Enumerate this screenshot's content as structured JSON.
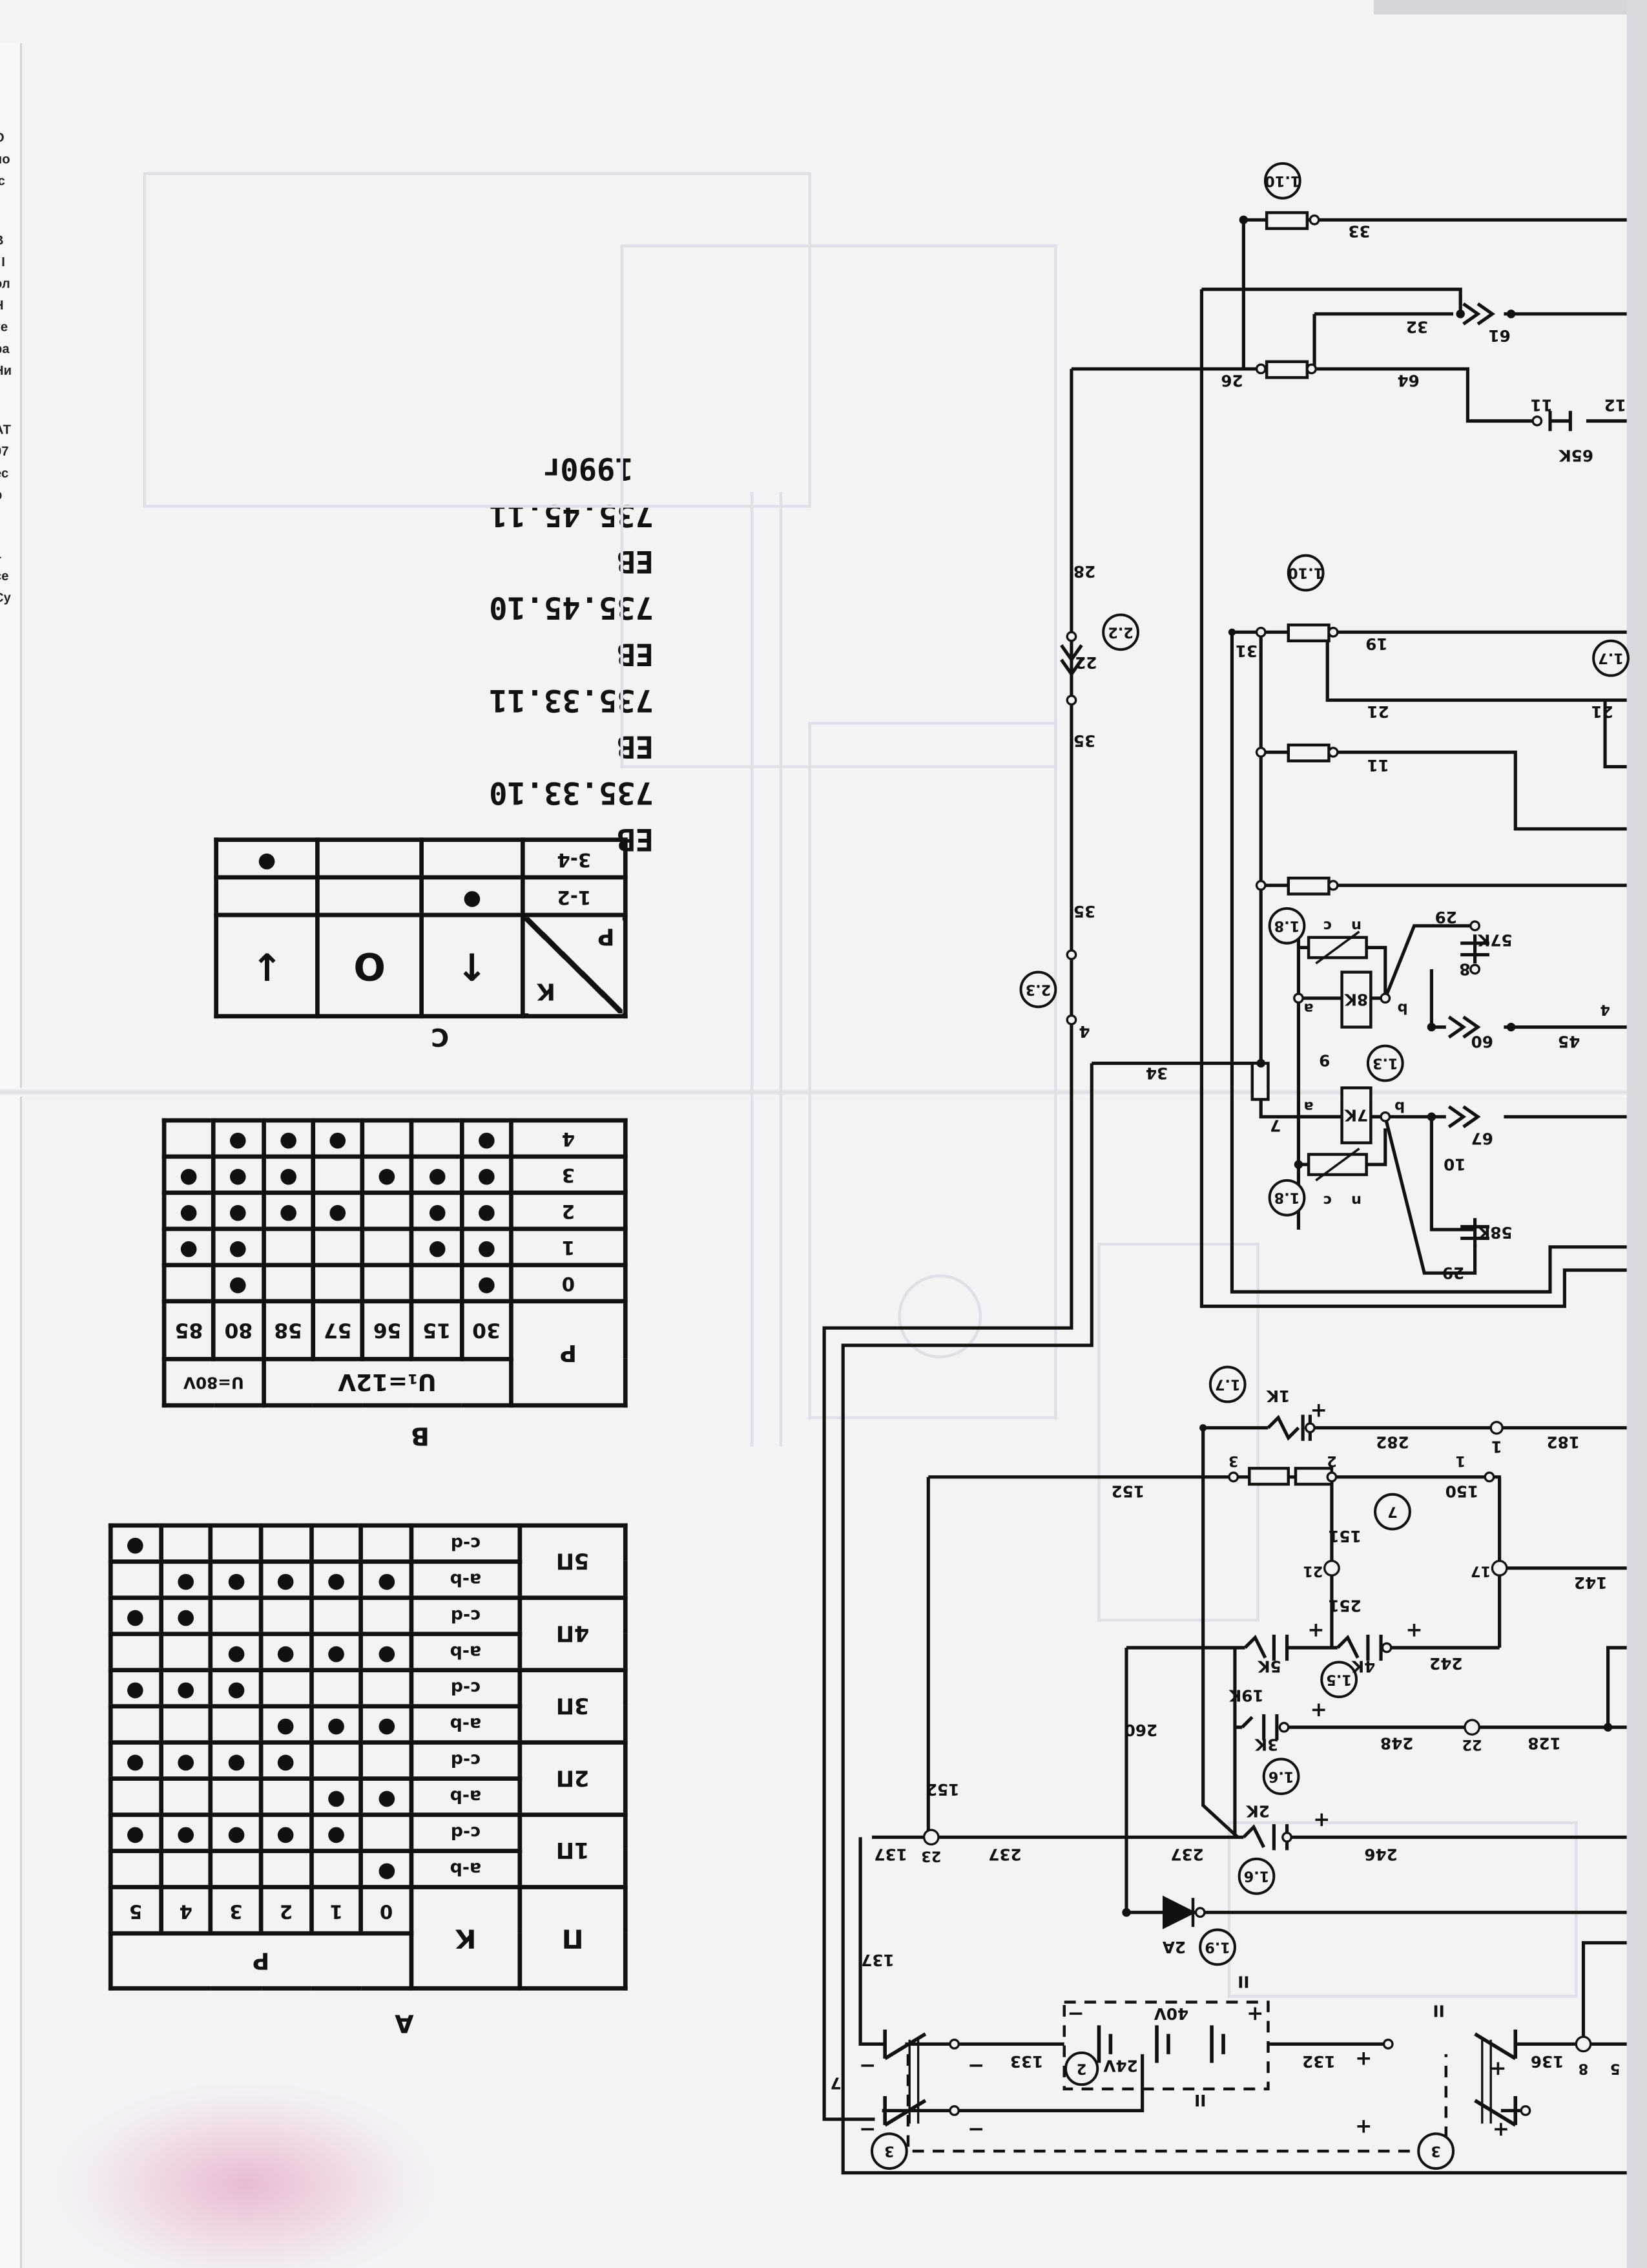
{
  "left_page_fragments": [
    "О",
    "но",
    "/с",
    "В",
    ", I",
    "ол",
    "Н",
    "те",
    "ра",
    "Ни",
    "АТ",
    "07",
    "ес",
    "р",
    "1",
    "се",
    "Су"
  ],
  "version_block": {
    "lines": [
      "EB 735.33.10",
      "EB 735.33.11",
      "EB 735.45.10",
      "EB 735.45.11"
    ],
    "year": "1990г"
  },
  "table_c": {
    "title": "C",
    "corner_row": "Р",
    "corner_col": "К",
    "columns": [
      "↑",
      "O",
      "↓"
    ],
    "rows": [
      {
        "label": "1-2",
        "on": [
          0
        ]
      },
      {
        "label": "3-4",
        "on": [
          2
        ]
      }
    ]
  },
  "table_b": {
    "title": "B",
    "corner": "Р",
    "group1": "U₁=12V",
    "group2": "U=80V",
    "columns": [
      "30",
      "15",
      "56",
      "57",
      "58",
      "80",
      "85"
    ],
    "rows": [
      {
        "label": "0",
        "on": [
          "30",
          "80"
        ]
      },
      {
        "label": "1",
        "on": [
          "30",
          "15",
          "80",
          "85"
        ]
      },
      {
        "label": "2",
        "on": [
          "30",
          "15",
          "57",
          "58",
          "80",
          "85"
        ]
      },
      {
        "label": "3",
        "on": [
          "30",
          "15",
          "56",
          "58",
          "80",
          "85"
        ]
      },
      {
        "label": "4",
        "on": [
          "30",
          "57",
          "58",
          "80"
        ]
      }
    ]
  },
  "table_a": {
    "title": "A",
    "col_group": "П",
    "col_contact": "К",
    "col_position": "Р",
    "positions": [
      "0",
      "1",
      "2",
      "3",
      "4",
      "5"
    ],
    "groups": [
      {
        "label": "1П",
        "rows": [
          {
            "k": "a-b",
            "on": [
              0
            ]
          },
          {
            "k": "c-d",
            "on": [
              1,
              2,
              3,
              4,
              5
            ]
          }
        ]
      },
      {
        "label": "2П",
        "rows": [
          {
            "k": "a-b",
            "on": [
              0,
              1
            ]
          },
          {
            "k": "c-d",
            "on": [
              2,
              3,
              4,
              5
            ]
          }
        ]
      },
      {
        "label": "3П",
        "rows": [
          {
            "k": "a-b",
            "on": [
              0,
              1,
              2
            ]
          },
          {
            "k": "c-d",
            "on": [
              3,
              4,
              5
            ]
          }
        ]
      },
      {
        "label": "4П",
        "rows": [
          {
            "k": "a-b",
            "on": [
              0,
              1,
              2,
              3
            ]
          },
          {
            "k": "c-d",
            "on": [
              4,
              5
            ]
          }
        ]
      },
      {
        "label": "5П",
        "rows": [
          {
            "k": "a-b",
            "on": [
              0,
              1,
              2,
              3,
              4
            ]
          },
          {
            "k": "c-d",
            "on": [
              5
            ]
          }
        ]
      }
    ]
  },
  "diagram": {
    "wires": {
      "w33": "33",
      "w32": "32",
      "w26": "26",
      "w64": "64",
      "w11a": "11",
      "w12": "12",
      "w28": "28",
      "w35a": "35",
      "w35b": "35",
      "w4": "4",
      "w31": "31",
      "w19": "19",
      "w21a": "21",
      "w21b": "21",
      "w11b": "11",
      "w29a": "29",
      "w29b": "29",
      "w8": "8",
      "w9": "9",
      "w7": "7",
      "w10": "10",
      "w34": "34",
      "w45": "45",
      "w282": "282",
      "w182": "182",
      "w1a": "1",
      "w152a": "152",
      "w152b": "152",
      "w150": "150",
      "w151": "151",
      "w251": "251",
      "w142": "142",
      "w242": "242",
      "w260": "260",
      "w248": "248",
      "w128": "128",
      "w137a": "137",
      "w237a": "237",
      "w237b": "237",
      "w246": "246",
      "w137b": "137",
      "w133": "133",
      "w132": "132",
      "w136": "136",
      "w7b": "7"
    },
    "terminals": {
      "t3": "3",
      "t2": "2",
      "t1": "1",
      "t21": "21",
      "t17": "17",
      "t22": "22",
      "t23": "23",
      "t8": "8",
      "t5": "5",
      "ta1": "a",
      "tb1": "b",
      "ta2": "a",
      "tb2": "b",
      "tc1": "c",
      "tn1": "n",
      "tc2": "c",
      "tn2": "n",
      "t4": "4"
    },
    "components": {
      "k65": "65K",
      "k57": "57K",
      "k58": "58K",
      "k8": "8K",
      "k7": "7K",
      "k1": "1K",
      "k2": "2K",
      "k3": "3K",
      "k4": "4K",
      "k5": "5K",
      "k19": "19K",
      "c61": "61",
      "c22": "22",
      "c60": "60",
      "c67": "67",
      "d2a": "2A",
      "bat40": "40V",
      "bat24": "24V",
      "rom2a": "II",
      "rom2b": "II",
      "rom2c": "II"
    },
    "refs": {
      "r110a": "1.10",
      "r110b": "1.10",
      "r17a": "1.7",
      "r22": "2.2",
      "r23": "2.3",
      "r18a": "1.8",
      "r18b": "1.8",
      "r13": "1.3",
      "r17b": "1.7",
      "r7": "7",
      "r15": "1.5",
      "r16a": "1.6",
      "r16b": "1.6",
      "r19": "1.9",
      "r2": "2",
      "r3a": "3",
      "r3b": "3"
    },
    "polarity": {
      "plus": "+",
      "minus": "−"
    }
  }
}
